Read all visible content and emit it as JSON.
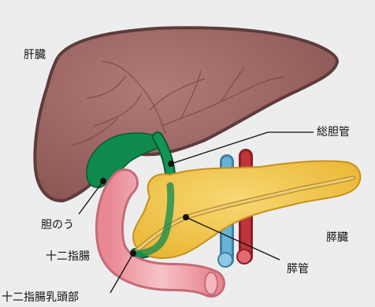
{
  "labels": {
    "liver": "肝臓",
    "common_bile_duct": "総胆管",
    "gallbladder": "胆のう",
    "pancreas": "膵臓",
    "duodenum": "十二指腸",
    "pancreatic_duct": "膵管",
    "duodenal_papilla": "十二指腸乳頭部"
  },
  "colors": {
    "background": "#ededee",
    "liver": "#9a6461",
    "liver_outline": "#5d3c3b",
    "bile_duct": "#0f8a4f",
    "pancreas": "#f0c246",
    "duodenum": "#f2a6ae",
    "artery": "#c0343a",
    "vein": "#5aa2c9"
  }
}
